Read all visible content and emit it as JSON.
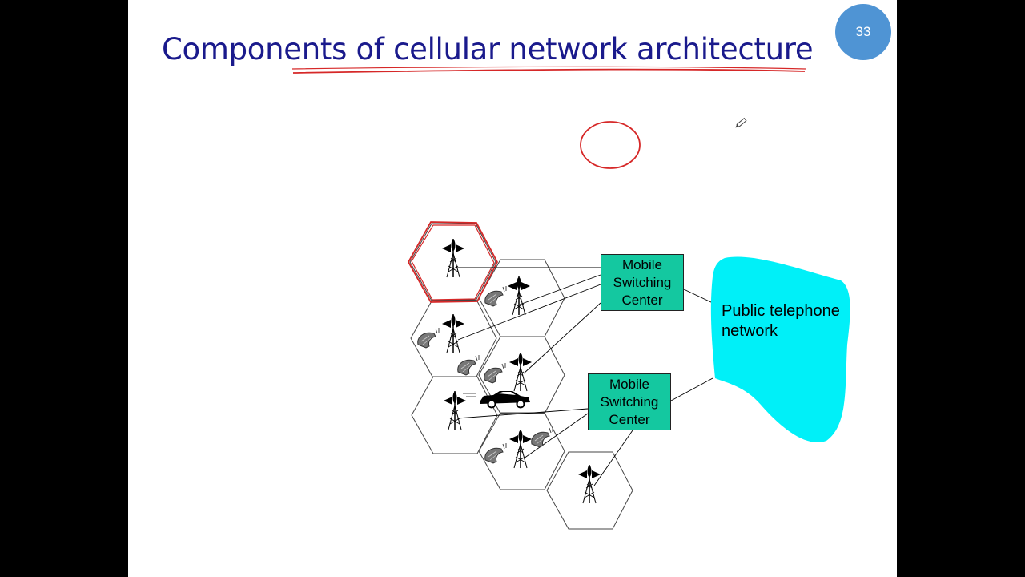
{
  "slide": {
    "title": "Components of cellular network architecture",
    "page_number": "33"
  },
  "diagram": {
    "switching_centers": [
      {
        "line1": "Mobile",
        "line2": "Switching",
        "line3": "Center"
      },
      {
        "line1": "Mobile",
        "line2": "Switching",
        "line3": "Center"
      }
    ],
    "public_network": {
      "line1": "Public telephone",
      "line2": "network"
    },
    "icons": [
      "antenna-tower-icon",
      "mobile-phone-icon",
      "car-icon",
      "pencil-cursor-icon"
    ],
    "colors": {
      "title": "#1a1a8c",
      "annotation_red": "#d62828",
      "msc_fill": "#14c8a0",
      "cloud_fill": "#00f0f8",
      "badge": "#4f94d4"
    }
  }
}
